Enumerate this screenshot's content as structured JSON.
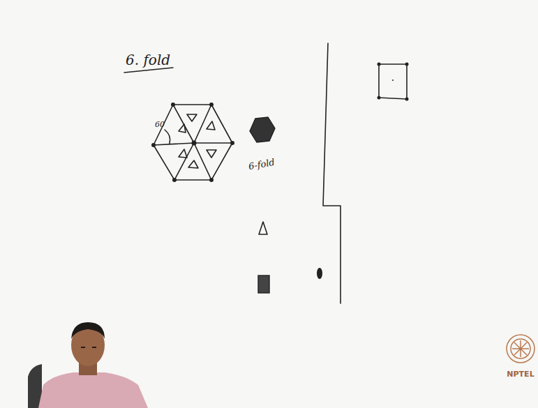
{
  "diagram": {
    "title": "6. fold",
    "labels": [
      "60",
      "6-fold",
      "NPTEL"
    ]
  }
}
